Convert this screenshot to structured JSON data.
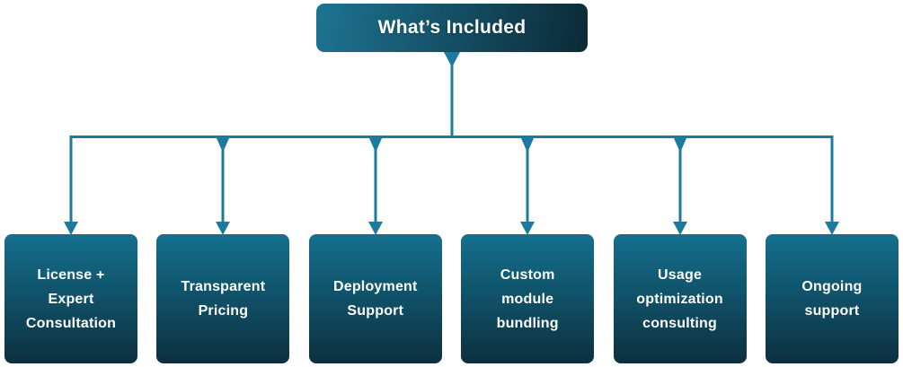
{
  "diagram": {
    "root": {
      "label": "What’s Included"
    },
    "nodes": [
      {
        "id": "license-expert-consultation",
        "label": "License +\nExpert\nConsultation"
      },
      {
        "id": "transparent-pricing",
        "label": "Transparent\nPricing"
      },
      {
        "id": "deployment-support",
        "label": "Deployment\nSupport"
      },
      {
        "id": "custom-module-bundling",
        "label": "Custom\nmodule\nbundling"
      },
      {
        "id": "usage-optimization-consulting",
        "label": "Usage\noptimization\nconsulting"
      },
      {
        "id": "ongoing-support",
        "label": "Ongoing\nsupport"
      }
    ]
  },
  "theme": {
    "connector_color": "#1a7b9e",
    "title_gradient_start": "#1d7493",
    "title_gradient_end": "#0c2a36",
    "node_gradient_start": "#14708f",
    "node_gradient_end": "#0c303f",
    "node_border_color": "#ffffff",
    "text_color": "#ffffff",
    "background_color": "#ffffff"
  }
}
